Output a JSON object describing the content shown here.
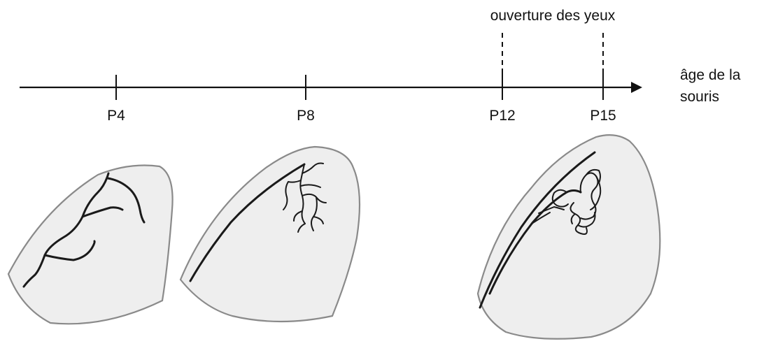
{
  "timeline": {
    "axis_label_line1": "âge de la",
    "axis_label_line2": "souris",
    "ticks": [
      {
        "label": "P4"
      },
      {
        "label": "P8"
      },
      {
        "label": "P12"
      },
      {
        "label": "P15"
      }
    ],
    "event_label": "ouverture des yeux"
  },
  "colors": {
    "line": "#111111",
    "panel_fill": "#eeeeee",
    "panel_stroke": "#8a8a8a",
    "axon": "#1a1a1a"
  }
}
